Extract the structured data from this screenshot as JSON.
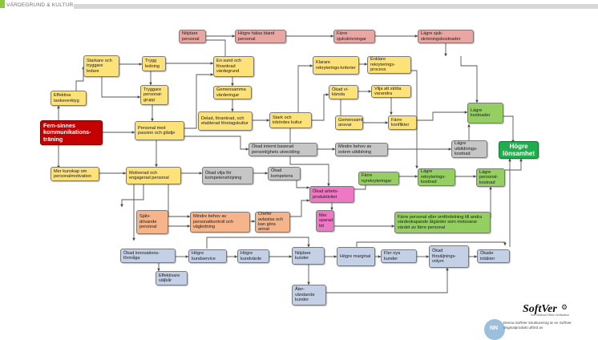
{
  "header": {
    "brand": "VÄRDEGRUND & KULTUR",
    "brand_color": "#8dc63f"
  },
  "nodes": {
    "fem": "Fem-sinnes kommunikations-träning",
    "effektiva": "Effektiva tankeverktyg",
    "starkare": "Starkare och tryggare ledare",
    "trygg": "Trygg ledning",
    "tryggare": "Tryggare personal-grupp",
    "passion": "Personal med passion och glädje",
    "sund": "En sund och förankrad värdegrund",
    "gemensamma": "Gemensamma värderingar",
    "delad": "Delad, förankrad, och etablerad företagskultur",
    "stark": "Stark och inbördes kultur",
    "nojdare": "Nöjdare personal",
    "halsa": "Högre hälsa bland personal",
    "farre_sjuk": "Färre sjukskrivningar",
    "lagre_sjuk": "Lägre sjuk-skrivningskostnader",
    "klarare": "Klarare rekryterings-kriterier",
    "enklare": "Enklare rekryterings-process",
    "vikansla": "Ökad vi-känsla",
    "vilja": "Vilja att stötta varandra",
    "gemensamt": "Gemensamt ansvar",
    "konflikter": "Färre konflikter",
    "lagre_kost": "Lägre kostnader",
    "hogre_lons": "Högre lönsamhet",
    "internt": "Ökad internt baserad personlighets utveckling",
    "mindre_ext": "Mindre behov av extern utbildning",
    "lagre_utb": "Lägre utbildnings-kostnad",
    "kunskap": "Mer kunskap om personalmotivation",
    "motiverad": "Motiverad och engagerad personal",
    "kompetens_vilja": "Ökad vilja för kompetenshöjning",
    "okad_komp": "Ökad kompetens",
    "farre_nyrek": "Färre nyrekryteringar",
    "lagre_rek": "Lägre rekryterings-kostnad",
    "lagre_pers": "Lägre personal-kostnad",
    "arbetsprod": "Ökad arbets-produktivitet",
    "sparad_tid": "Mer sparad tid",
    "farre_pers": "Färre personal eller omfördelning till andra värdeskapande åtgärder som motsvarar värdet av färre personal",
    "sjalv": "Själv-drivande personal",
    "mindre_kontroll": "Mindre behov av personalkontroll och vägledning",
    "chefer": "Chefer avlastas och kan göra annat",
    "innovation": "Ökad innovations-förmåga",
    "hogre_ks": "Högre kundservice",
    "hogre_kv": "Högre kundvärde",
    "nojdare_kunder": "Nöjdare kunder",
    "hogre_marg": "Högre marginal",
    "fler_nya": "Fler nya kunder",
    "forsaljning": "Ökad försäljnings-volym",
    "intakter": "Ökade intäkter",
    "saljkar": "Effektivare säljkår",
    "atervandande": "Åter-vändande kunder"
  },
  "footer": {
    "logo_text": "SoftVer",
    "logo_tagline": "Soft Method Effect Verification",
    "credit": "Denna SoftVer strukturering är en SoftVer originalprodukt utförd av",
    "seal": "NN"
  }
}
